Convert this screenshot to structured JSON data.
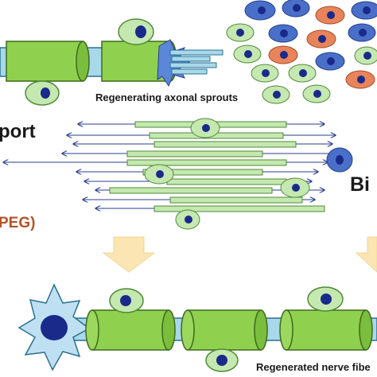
{
  "labels": {
    "sprouts": "Regenerating axonal sprouts",
    "transport_partial": "port",
    "bio_partial": "Bi",
    "peg_partial": "PEG)",
    "regenerated": "Regenerated nerve fibe"
  },
  "colors": {
    "myelin_green": "#8fd14f",
    "axon_blue": "#a8d8ea",
    "schwann_green": "#c5e8b0",
    "nucleus_navy": "#1a2a8a",
    "blue_cell": "#4a6fc9",
    "orange_cell": "#e8835a",
    "arrow_yellow": "#fbe5b2",
    "macrophage": "#bfe0f2",
    "peg_label": "#b5532a"
  },
  "icons": [
    "schwann-cell-icon",
    "macrophage-star-icon",
    "down-arrow-icon",
    "double-arrow-icon"
  ]
}
